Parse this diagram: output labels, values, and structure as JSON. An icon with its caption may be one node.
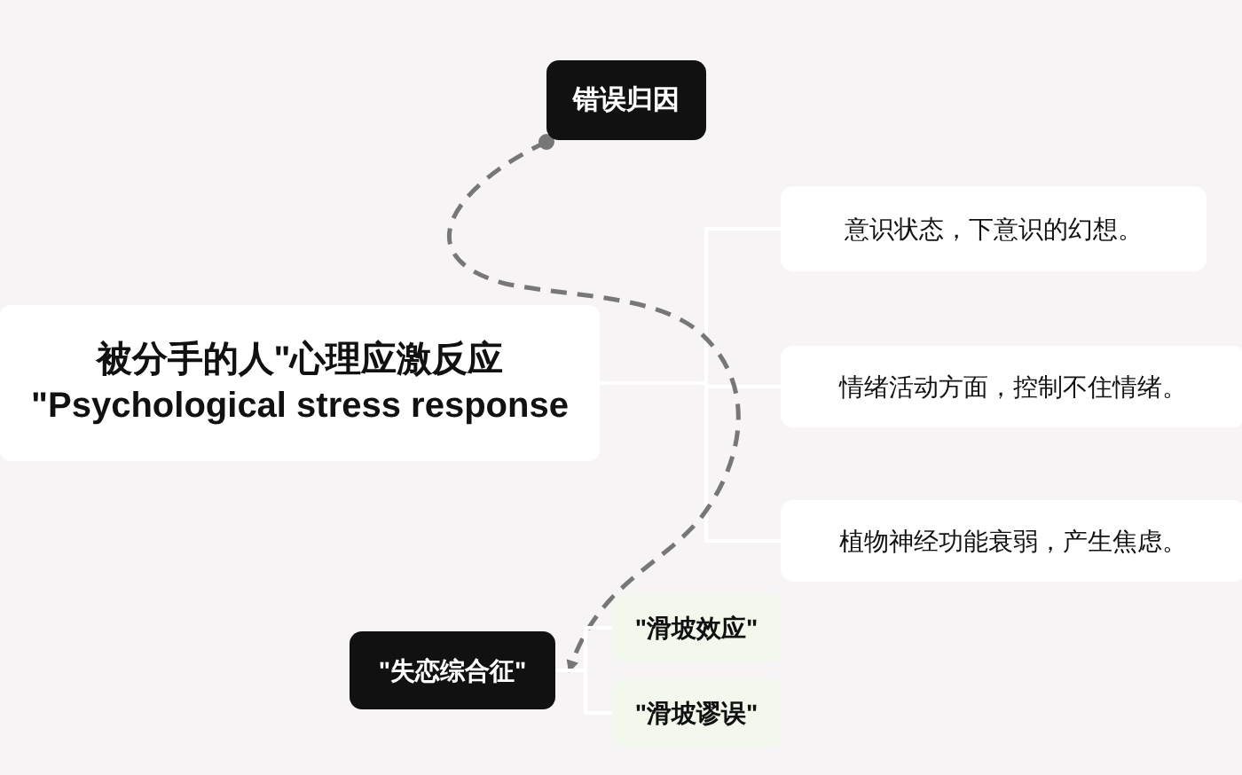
{
  "diagram": {
    "nodes": [
      {
        "text": [
          "被分手的人\"心理应激反应 \"Psychological stress response"
        ]
      },
      {
        "text": [
          "错误归因"
        ]
      },
      {
        "text": [
          "意识状态，下意识的幻想。"
        ]
      },
      {
        "text": [
          "情绪活动方面，控制不住情绪。"
        ]
      },
      {
        "text": [
          "植物神经功能衰弱，产生焦虑。"
        ]
      },
      {
        "text": [
          "\"失恋综合征\""
        ]
      },
      {
        "text": [
          "\"滑坡效应\""
        ]
      },
      {
        "text": [
          "\"滑坡谬误\""
        ]
      }
    ],
    "edges": [
      {
        "from": 0,
        "to": 2,
        "arrow": "none"
      },
      {
        "from": 0,
        "to": 3,
        "arrow": "none"
      },
      {
        "from": 0,
        "to": 4,
        "arrow": "none"
      },
      {
        "from": 1,
        "to": 5,
        "arrow": "to",
        "style": "dashed",
        "color": "#777777"
      },
      {
        "from": 5,
        "to": 6,
        "arrow": "none"
      },
      {
        "from": 5,
        "to": 7,
        "arrow": "none"
      }
    ]
  }
}
